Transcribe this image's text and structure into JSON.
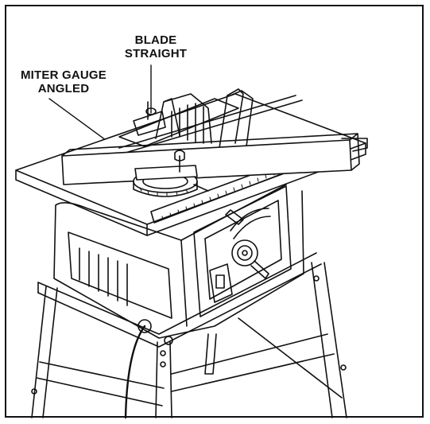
{
  "callouts": {
    "blade": {
      "line1": "BLADE",
      "line2": "STRAIGHT"
    },
    "miter": {
      "line1": "MITER GAUGE",
      "line2": "ANGLED"
    }
  },
  "colors": {
    "ink": "#111111",
    "paper": "#ffffff"
  }
}
